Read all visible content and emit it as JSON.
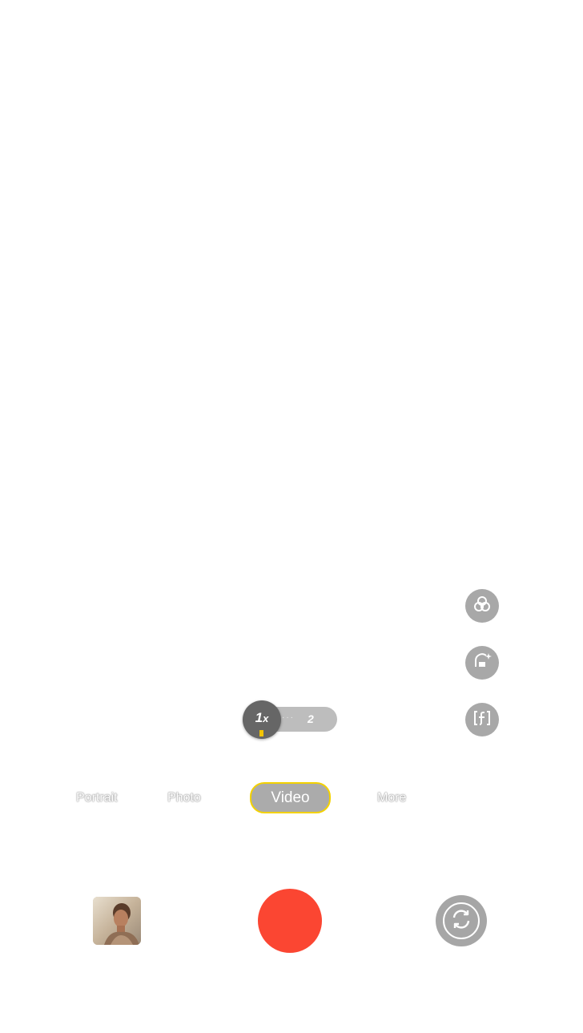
{
  "camera": {
    "zoom": {
      "current_label": "1",
      "current_suffix": "x",
      "next_label": "2",
      "dots": "···"
    },
    "modes": [
      {
        "label": "Portrait"
      },
      {
        "label": "Photo"
      },
      {
        "label": "Video"
      },
      {
        "label": "More"
      }
    ],
    "active_mode_index": 2,
    "side_buttons": [
      {
        "icon": "filters-icon"
      },
      {
        "icon": "beauty-icon"
      },
      {
        "icon": "aperture-icon"
      }
    ],
    "colors": {
      "record": "#fb4632",
      "active_mode_border": "#f3d100",
      "zoom_indicator": "#f4c400"
    }
  }
}
